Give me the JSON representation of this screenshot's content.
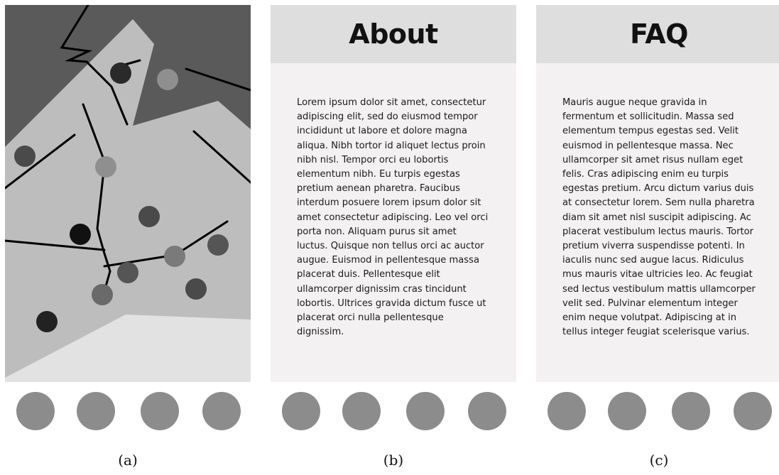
{
  "panels": [
    {
      "id": "a",
      "caption": "(a)",
      "type": "abstract-illustration",
      "colors": {
        "dark_background": "#5a5a5a",
        "light_mountain": "#bdbdbd",
        "ground": "#e2e2e2",
        "lines": "#000000"
      }
    },
    {
      "id": "b",
      "caption": "(b)",
      "type": "text-page",
      "title": "About",
      "body": "Lorem ipsum dolor sit amet, consectetur adipiscing elit, sed do eiusmod tempor incididunt ut labore et dolore magna aliqua. Nibh tortor id aliquet lectus proin nibh nisl. Tempor orci eu lobortis elementum nibh. Eu turpis egestas pretium aenean pharetra. Faucibus interdum posuere lorem ipsum dolor sit amet consectetur adipiscing. Leo vel orci porta non. Aliquam purus sit amet luctus. Quisque non tellus orci ac auctor augue. Euismod in pellentesque massa placerat duis. Pellentesque elit ullamcorper dignissim cras tincidunt lobortis. Ultrices gravida dictum fusce ut placerat orci nulla pellentesque dignissim."
    },
    {
      "id": "c",
      "caption": "(c)",
      "type": "text-page",
      "title": "FAQ",
      "body": "Mauris augue neque gravida in fermentum et sollicitudin. Massa sed elementum tempus egestas sed. Velit euismod in pellentesque massa. Nec ullamcorper sit amet risus nullam eget felis. Cras adipiscing enim eu turpis egestas pretium. Arcu dictum varius duis at consectetur lorem. Sem nulla pharetra diam sit amet nisl suscipit adipiscing. Ac placerat vestibulum lectus mauris. Tortor pretium viverra suspendisse potenti. In iaculis nunc sed augue lacus. Ridiculus mus mauris vitae ultricies leo. Ac feugiat sed lectus vestibulum mattis ullamcorper velit sed. Pulvinar elementum integer enim neque volutpat. Adipiscing at in tellus integer feugiat scelerisque varius."
    }
  ],
  "nav_dots": {
    "count_per_panel": 4,
    "color": "#8c8c8c"
  }
}
